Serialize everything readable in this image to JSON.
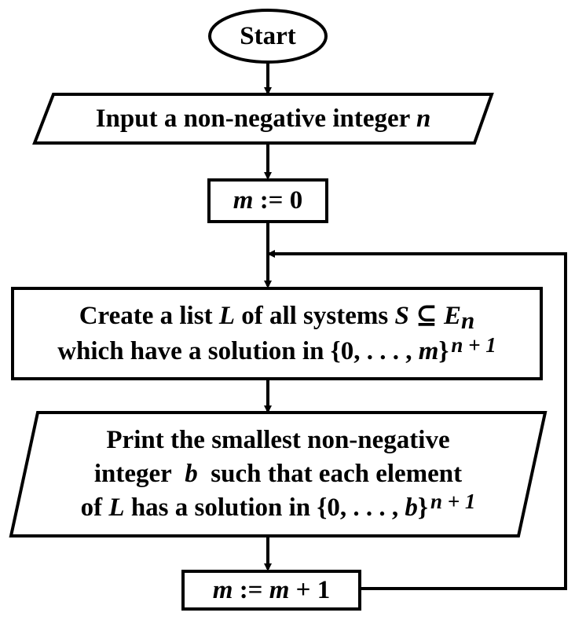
{
  "diagram": {
    "start": {
      "label": "Start"
    },
    "input": {
      "text": "Input a non-negative integer",
      "var": "n"
    },
    "init": {
      "var": "m",
      "op": ":=",
      "value": "0"
    },
    "create": {
      "l1_a": "Create a list",
      "l1_L": "L",
      "l1_b": "of all systems",
      "l1_S": "S",
      "l1_sub": "⊆",
      "l1_E": "E",
      "l1_n": "n",
      "l2_a": "which have a solution in {0, . . . ,",
      "l2_m": "m",
      "l2_close": "}",
      "l2_sup": "n + 1"
    },
    "print": {
      "l1": "Print the smallest non-negative",
      "l2_a": "integer",
      "l2_b": "b",
      "l2_c": "such that  each element",
      "l3_a": "of",
      "l3_L": "L",
      "l3_b": "has a solution in {0, . . . ,",
      "l3_bvar": "b",
      "l3_close": "}",
      "l3_sup": "n + 1"
    },
    "increment": {
      "var1": "m",
      "op": ":=",
      "var2": "m",
      "plus": "+ 1"
    }
  }
}
